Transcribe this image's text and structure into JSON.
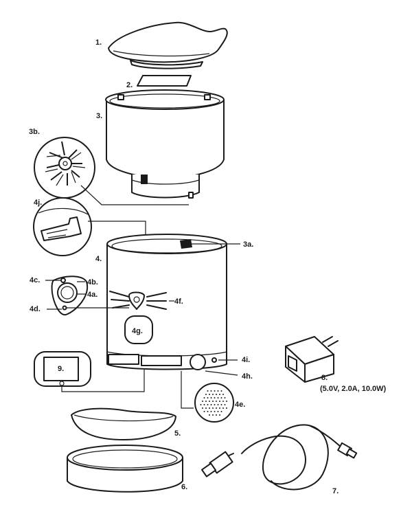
{
  "labels": {
    "l1": "1.",
    "l2": "2.",
    "l3": "3.",
    "l3a": "3a.",
    "l3b": "3b.",
    "l4": "4.",
    "l4a": "4a.",
    "l4b": "4b.",
    "l4c": "4c.",
    "l4d": "4d.",
    "l4e": "4e.",
    "l4f": "4f.",
    "l4g": "4g.",
    "l4h": "4h.",
    "l4i": "4i.",
    "l4j": "4j.",
    "l5": "5.",
    "l6": "6.",
    "l7": "7.",
    "l8": "8.",
    "l8spec": "(5.0V, 2.0A, 10.0W)",
    "l9": "9."
  }
}
